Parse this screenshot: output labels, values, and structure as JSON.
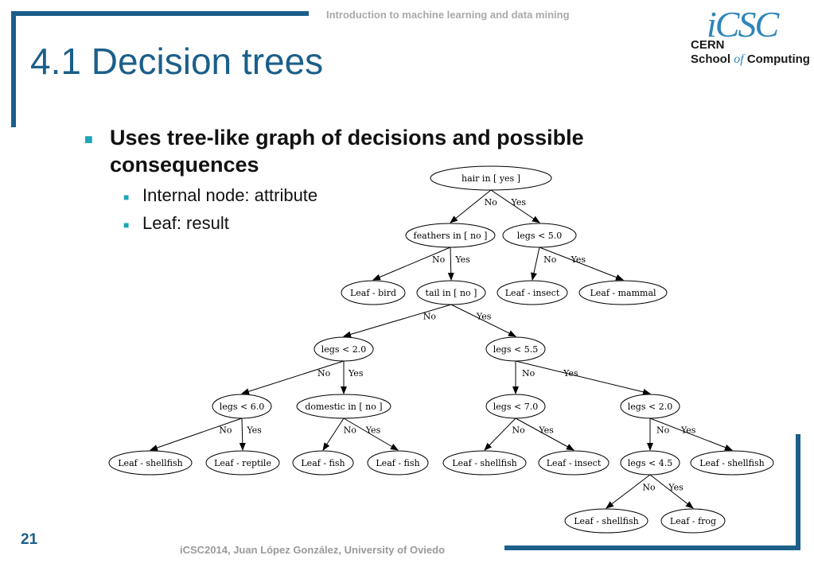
{
  "header": {
    "course_title": "Introduction to machine learning and data mining",
    "slide_title": "4.1 Decision trees"
  },
  "logo": {
    "mark": "iCSC",
    "line1": "CERN",
    "line2_pre": "School",
    "line2_of": "of",
    "line2_post": "Computing"
  },
  "bullets": {
    "main": "Uses tree-like graph of decisions and possible consequences",
    "sub": [
      "Internal node: attribute",
      "Leaf: result"
    ]
  },
  "tree": {
    "nodes": [
      {
        "id": "n0",
        "label": "hair in [ yes ]"
      },
      {
        "id": "n1",
        "label": "feathers in [ no ]"
      },
      {
        "id": "n2",
        "label": "legs < 5.0"
      },
      {
        "id": "n3",
        "label": "Leaf - bird"
      },
      {
        "id": "n4",
        "label": "tail in [ no ]"
      },
      {
        "id": "n5",
        "label": "Leaf - insect"
      },
      {
        "id": "n6",
        "label": "Leaf - mammal"
      },
      {
        "id": "n7",
        "label": "legs < 2.0"
      },
      {
        "id": "n8",
        "label": "legs < 5.5"
      },
      {
        "id": "n9",
        "label": "legs < 6.0"
      },
      {
        "id": "n10",
        "label": "domestic in [ no ]"
      },
      {
        "id": "n11",
        "label": "legs < 7.0"
      },
      {
        "id": "n12",
        "label": "legs < 2.0"
      },
      {
        "id": "n13",
        "label": "Leaf - shellfish"
      },
      {
        "id": "n14",
        "label": "Leaf - reptile"
      },
      {
        "id": "n15",
        "label": "Leaf - fish"
      },
      {
        "id": "n16",
        "label": "Leaf - fish"
      },
      {
        "id": "n17",
        "label": "Leaf - shellfish"
      },
      {
        "id": "n18",
        "label": "Leaf - insect"
      },
      {
        "id": "n19",
        "label": "legs < 4.5"
      },
      {
        "id": "n20",
        "label": "Leaf - shellfish"
      },
      {
        "id": "n21",
        "label": "Leaf - shellfish"
      },
      {
        "id": "n22",
        "label": "Leaf - frog"
      }
    ],
    "edges": [
      {
        "from": "n0",
        "to": "n1",
        "label": "No"
      },
      {
        "from": "n0",
        "to": "n2",
        "label": "Yes"
      },
      {
        "from": "n1",
        "to": "n3",
        "label": "No"
      },
      {
        "from": "n1",
        "to": "n4",
        "label": "Yes"
      },
      {
        "from": "n2",
        "to": "n5",
        "label": "No"
      },
      {
        "from": "n2",
        "to": "n6",
        "label": "Yes"
      },
      {
        "from": "n4",
        "to": "n7",
        "label": "No"
      },
      {
        "from": "n4",
        "to": "n8",
        "label": "Yes"
      },
      {
        "from": "n7",
        "to": "n9",
        "label": "No"
      },
      {
        "from": "n7",
        "to": "n10",
        "label": "Yes"
      },
      {
        "from": "n8",
        "to": "n11",
        "label": "No"
      },
      {
        "from": "n8",
        "to": "n12",
        "label": "Yes"
      },
      {
        "from": "n9",
        "to": "n13",
        "label": "No"
      },
      {
        "from": "n9",
        "to": "n14",
        "label": "Yes"
      },
      {
        "from": "n10",
        "to": "n15",
        "label": "No"
      },
      {
        "from": "n10",
        "to": "n16",
        "label": "Yes"
      },
      {
        "from": "n11",
        "to": "n17",
        "label": "No"
      },
      {
        "from": "n11",
        "to": "n18",
        "label": "Yes"
      },
      {
        "from": "n12",
        "to": "n19",
        "label": "No"
      },
      {
        "from": "n12",
        "to": "n20",
        "label": "Yes"
      },
      {
        "from": "n19",
        "to": "n21",
        "label": "No"
      },
      {
        "from": "n19",
        "to": "n22",
        "label": "Yes"
      }
    ]
  },
  "footer": {
    "page_number": "21",
    "credit": "iCSC2014, Juan López González, University of Oviedo"
  },
  "colors": {
    "accent": "#1b5f8a",
    "bullet": "#1ea5b8",
    "logo": "#2e86b8"
  }
}
